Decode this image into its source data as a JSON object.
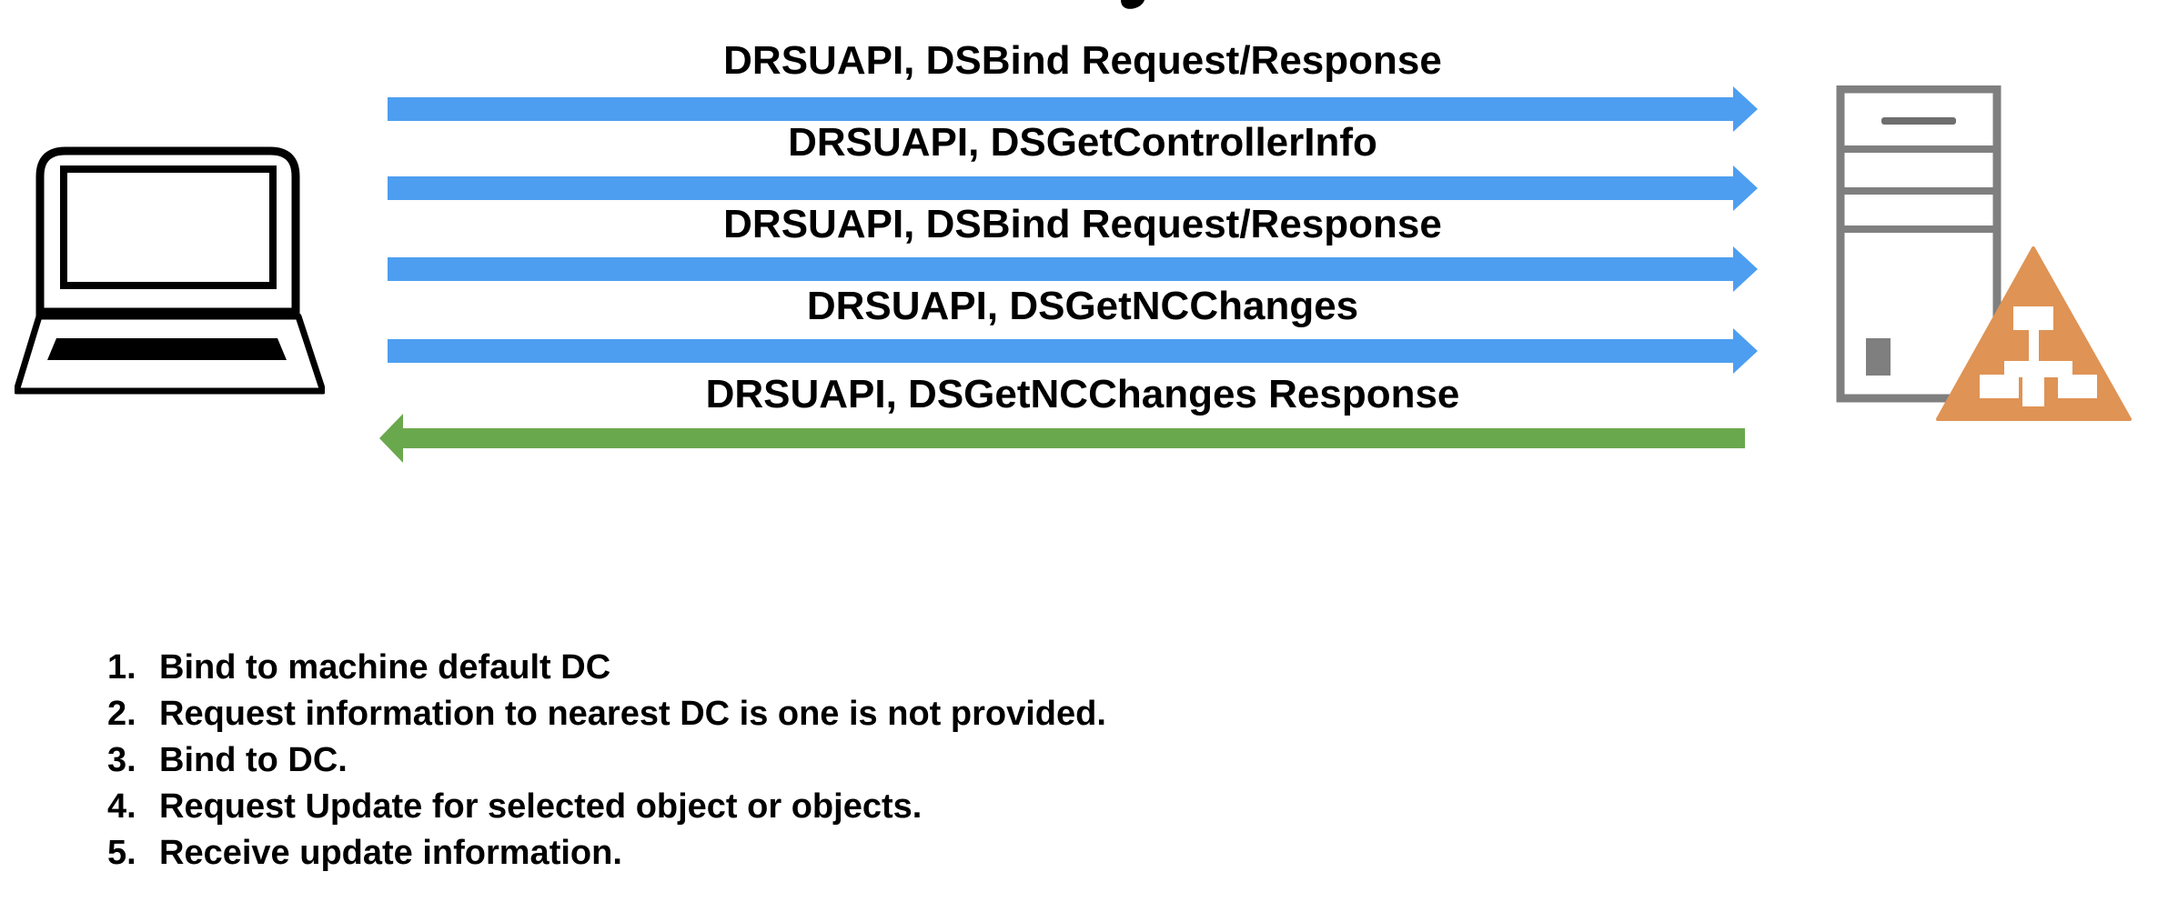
{
  "colors": {
    "arrow_blue": "#4D9EF0",
    "arrow_green": "#6AA84E",
    "device_outline_black": "#000000",
    "server_gray": "#7F7F7F",
    "server_slot_gray": "#6E6E6E",
    "triangle_orange": "#DF9355",
    "label_text": "#000000"
  },
  "diagram": {
    "messages": [
      {
        "label": "DRSUAPI, DSBind Request/Response",
        "direction": "right",
        "color": "#4D9EF0"
      },
      {
        "label": "DRSUAPI, DSGetControllerInfo",
        "direction": "right",
        "color": "#4D9EF0"
      },
      {
        "label": "DRSUAPI, DSBind Request/Response",
        "direction": "right",
        "color": "#4D9EF0"
      },
      {
        "label": "DRSUAPI, DSGetNCChanges",
        "direction": "right",
        "color": "#4D9EF0"
      },
      {
        "label": "DRSUAPI, DSGetNCChanges Response",
        "direction": "left",
        "color": "#6AA84E"
      }
    ]
  },
  "steps": {
    "items": [
      {
        "num": "1.",
        "text": "Bind to machine default DC"
      },
      {
        "num": "2.",
        "text": "Request information to nearest DC is one is not provided."
      },
      {
        "num": "3.",
        "text": "Bind to DC."
      },
      {
        "num": "4.",
        "text": "Request Update for selected object or objects."
      },
      {
        "num": "5.",
        "text": "Receive update information."
      }
    ]
  }
}
